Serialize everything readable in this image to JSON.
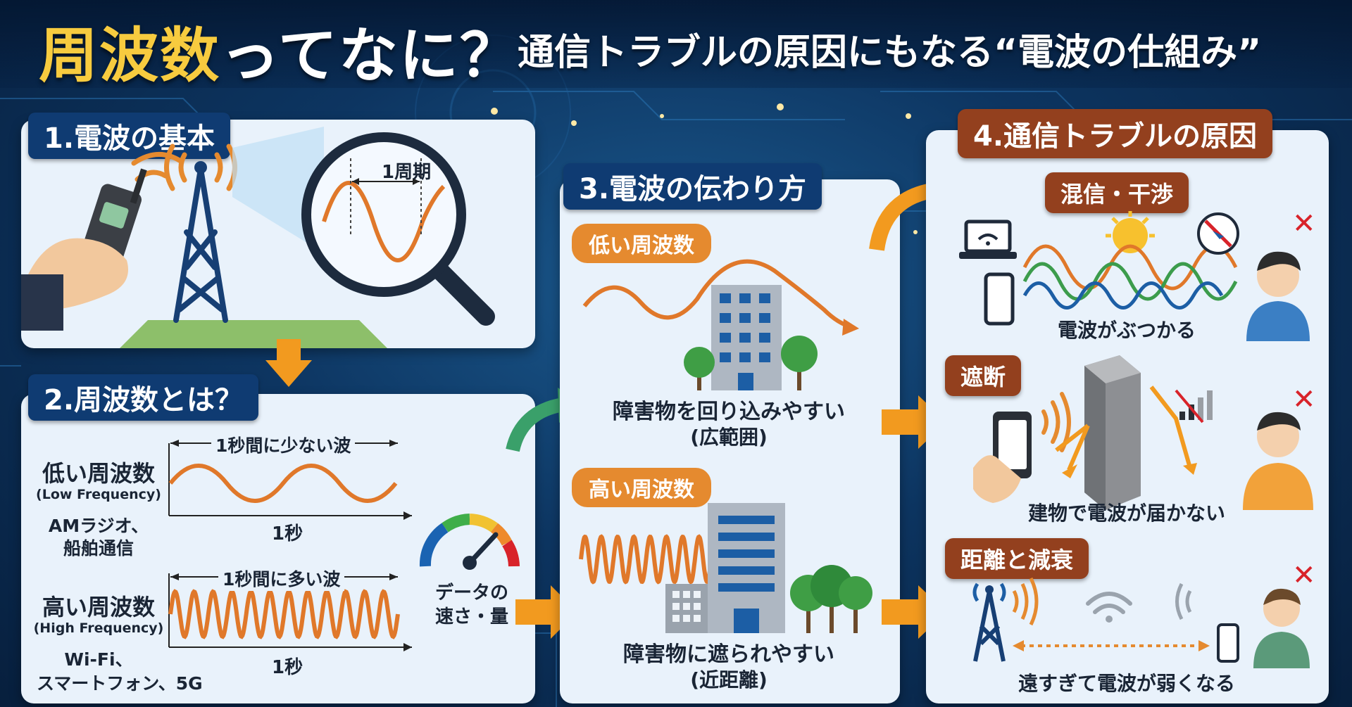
{
  "header": {
    "title_accent": "周波数",
    "title_rest": "ってなに？",
    "subtitle": "通信トラブルの原因にもなる“電波の仕組み”"
  },
  "section1": {
    "tag": "1.電波の基本",
    "period_label": "1周期"
  },
  "section2": {
    "tag": "2.周波数とは？",
    "low": {
      "label": "低い周波数",
      "label_en": "(Low Frequency)",
      "examples_line1": "AMラジオ、",
      "examples_line2": "船舶通信",
      "wave_caption": "1秒間に少ない波",
      "axis_label": "1秒"
    },
    "high": {
      "label": "高い周波数",
      "label_en": "(High Frequency)",
      "examples_line1": "Wi-Fi、",
      "examples_line2": "スマートフォン、5G",
      "wave_caption": "1秒間に多い波",
      "axis_label": "1秒"
    },
    "gauge_line1": "データの",
    "gauge_line2": "速さ・量"
  },
  "section3": {
    "tag": "3.電波の伝わり方",
    "low_tag": "低い周波数",
    "low_desc_line1": "障害物を回り込みやすい",
    "low_desc_line2": "(広範囲)",
    "high_tag": "高い周波数",
    "high_desc_line1": "障害物に遮られやすい",
    "high_desc_line2": "(近距離)"
  },
  "section4": {
    "tag": "4.通信トラブルの原因",
    "interference_tag": "混信・干渉",
    "interference_desc": "電波がぶつかる",
    "block_tag": "遮断",
    "block_desc": "建物で電波が届かない",
    "distance_tag": "距離と減衰",
    "distance_desc": "遠すぎて電波が弱くなる",
    "x_mark": "✕"
  },
  "colors": {
    "navy": "#0f3b72",
    "brown": "#93401e",
    "orange": "#e58a2f",
    "wave_orange": "#e0782a",
    "title_yellow": "#f7cb3f",
    "panel_bg": "#e9f2fb",
    "alert_red": "#d8232a"
  },
  "icons": [
    "hand-radio-icon",
    "tower-icon",
    "magnifier-icon",
    "gauge-icon",
    "building-icon",
    "tree-icon",
    "laptop-icon",
    "smartphone-icon",
    "sun-icon",
    "no-compass-icon",
    "person-icon",
    "wall-icon",
    "signal-bars-icon",
    "wifi-icon",
    "arrow-icon"
  ]
}
